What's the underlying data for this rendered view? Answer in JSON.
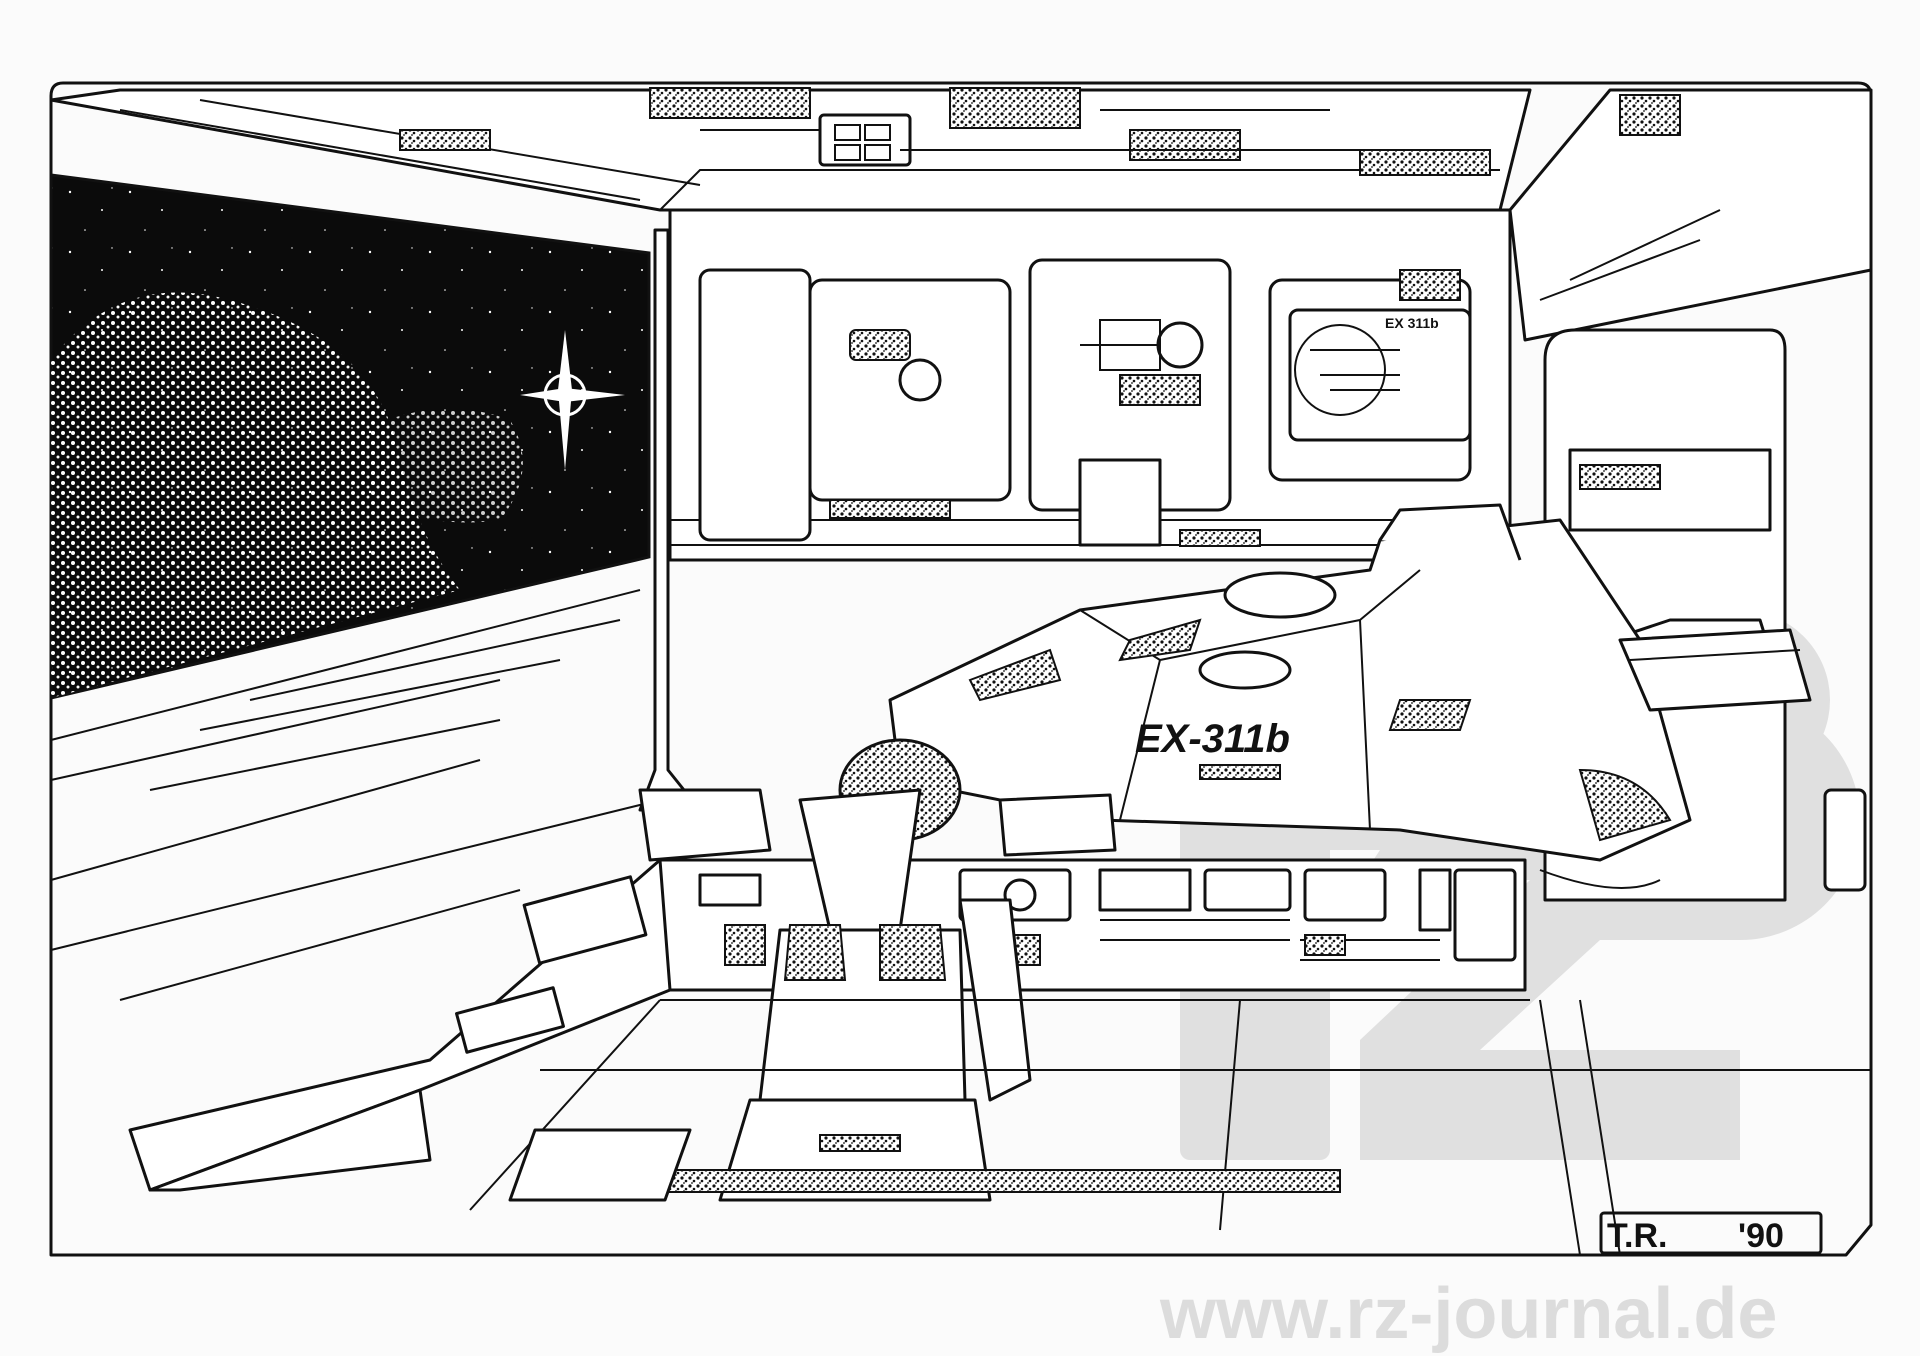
{
  "artwork": {
    "ship_marking": "EX-311b",
    "screen_title": "EX 311b",
    "signature": {
      "initials": "T.R.",
      "year": "'90"
    },
    "watermark": {
      "logo": "rz",
      "url": "www.rz-journal.de"
    }
  },
  "colors": {
    "ink": "#111111",
    "paper": "#fbfbfb",
    "watermark": "#dcdcdc"
  }
}
